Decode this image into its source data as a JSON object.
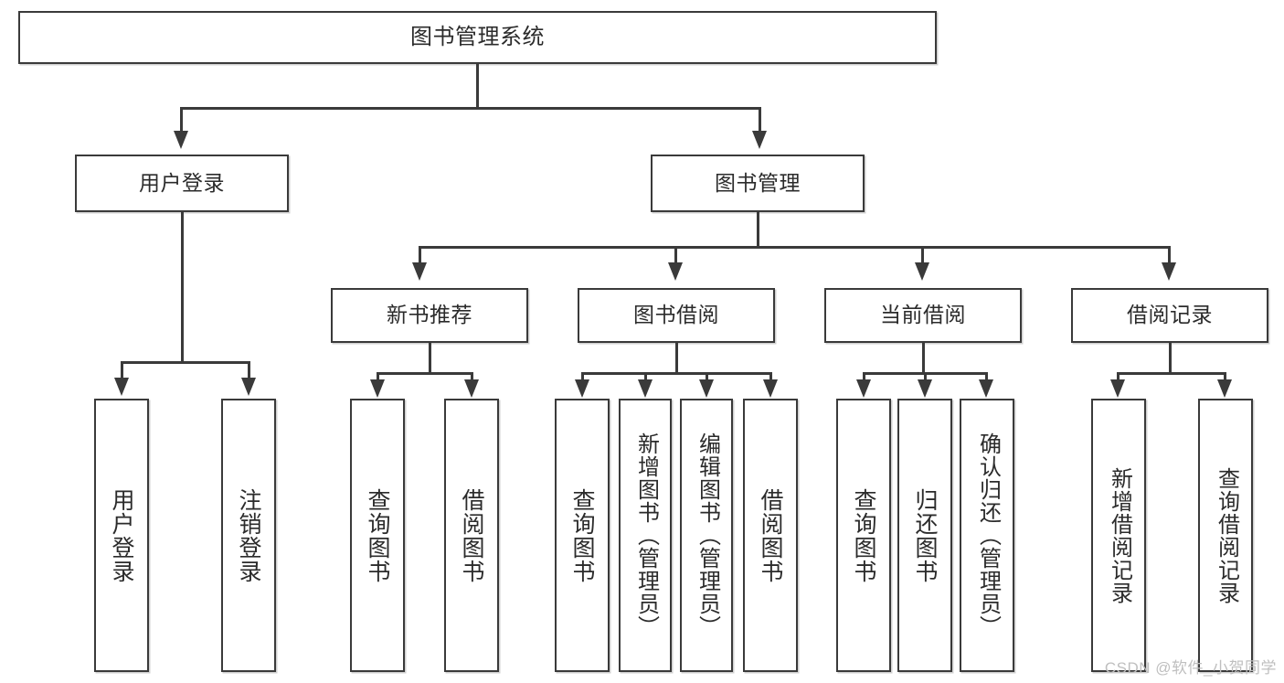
{
  "diagram": {
    "title": "图书管理系统",
    "watermark": "CSDN @软件_小贺同学",
    "colors": {
      "box_border": "#3a3a3a",
      "box_fill": "#ffffff",
      "text": "#2b2b2b",
      "connector": "#3a3a3a",
      "watermark": "#bfbfbf"
    },
    "levels": {
      "root": "图书管理系统",
      "level2": [
        "用户登录",
        "图书管理"
      ],
      "level3": [
        "新书推荐",
        "图书借阅",
        "当前借阅",
        "借阅记录"
      ]
    },
    "nodes": {
      "root": "图书管理系统",
      "user_login": "用户登录",
      "book_manage": "图书管理",
      "new_book_rec": "新书推荐",
      "book_borrow": "图书借阅",
      "current_borrow": "当前借阅",
      "borrow_record": "借阅记录",
      "leaf_user_login": "用户登录",
      "leaf_logout": "注销登录",
      "leaf_query_book_1": "查询图书",
      "leaf_borrow_book_1": "借阅图书",
      "leaf_query_book_2": "查询图书",
      "leaf_add_book_admin": "新增图书（管理员）",
      "leaf_edit_book_admin": "编辑图书（管理员）",
      "leaf_borrow_book_2": "借阅图书",
      "leaf_query_book_3": "查询图书",
      "leaf_return_book": "归还图书",
      "leaf_confirm_return_admin": "确认归还（管理员）",
      "leaf_add_record": "新增借阅记录",
      "leaf_query_record": "查询借阅记录"
    },
    "edges": [
      {
        "from": "图书管理系统",
        "to": "用户登录"
      },
      {
        "from": "图书管理系统",
        "to": "图书管理"
      },
      {
        "from": "用户登录",
        "to": "用户登录"
      },
      {
        "from": "用户登录",
        "to": "注销登录"
      },
      {
        "from": "图书管理",
        "to": "新书推荐"
      },
      {
        "from": "图书管理",
        "to": "图书借阅"
      },
      {
        "from": "图书管理",
        "to": "当前借阅"
      },
      {
        "from": "图书管理",
        "to": "借阅记录"
      },
      {
        "from": "新书推荐",
        "to": "查询图书"
      },
      {
        "from": "新书推荐",
        "to": "借阅图书"
      },
      {
        "from": "图书借阅",
        "to": "查询图书"
      },
      {
        "from": "图书借阅",
        "to": "新增图书（管理员）"
      },
      {
        "from": "图书借阅",
        "to": "编辑图书（管理员）"
      },
      {
        "from": "图书借阅",
        "to": "借阅图书"
      },
      {
        "from": "当前借阅",
        "to": "查询图书"
      },
      {
        "from": "当前借阅",
        "to": "归还图书"
      },
      {
        "from": "当前借阅",
        "to": "确认归还（管理员）"
      },
      {
        "from": "借阅记录",
        "to": "新增借阅记录"
      },
      {
        "from": "借阅记录",
        "to": "查询借阅记录"
      }
    ]
  }
}
